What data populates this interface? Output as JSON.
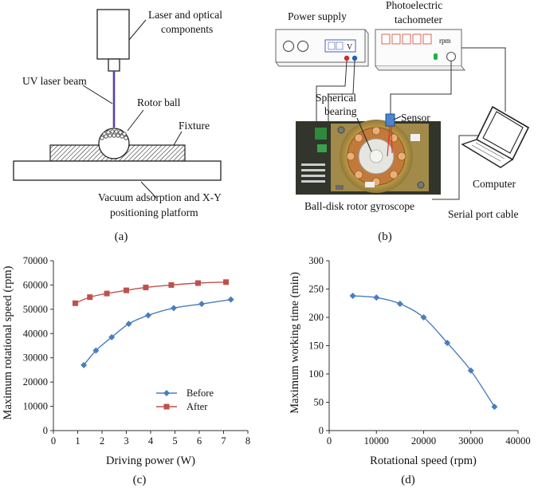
{
  "panel_a": {
    "laser_label_1": "Laser and optical",
    "laser_label_2": "components",
    "beam_label": "UV laser beam",
    "rotor_label": "Rotor ball",
    "fixture_label": "Fixture",
    "platform_label_1": "Vacuum adsorption and X-Y",
    "platform_label_2": "positioning platform",
    "caption": "(a)"
  },
  "panel_b": {
    "power_label": "Power supply",
    "power_unit": "V",
    "tacho_label_1": "Photoelectric",
    "tacho_label_2": "tachometer",
    "tacho_unit": "rpm",
    "bearing_label_1": "Spherical",
    "bearing_label_2": "bearing",
    "sensor_label": "Sensor",
    "computer_label": "Computer",
    "gyro_label": "Ball-disk rotor gyroscope",
    "cable_label": "Serial port cable",
    "caption": "(b)"
  },
  "chart_data": [
    {
      "type": "line",
      "caption": "(c)",
      "xlabel": "Driving power (W)",
      "ylabel": "Maximum rotational speed (rpm)",
      "xlim": [
        0,
        8
      ],
      "ylim": [
        0,
        70000
      ],
      "xticks": [
        0,
        1,
        2,
        3,
        4,
        5,
        6,
        7,
        8
      ],
      "yticks": [
        0,
        10000,
        20000,
        30000,
        40000,
        50000,
        60000,
        70000
      ],
      "legend_position": "bottom-right",
      "series": [
        {
          "name": "Before",
          "color": "#4a7ebb",
          "marker": "diamond",
          "x": [
            1.25,
            1.75,
            2.4,
            3.1,
            3.9,
            4.95,
            6.1,
            7.3
          ],
          "y": [
            27000,
            33000,
            38500,
            44000,
            47500,
            50500,
            52200,
            54000
          ]
        },
        {
          "name": "After",
          "color": "#c0504d",
          "marker": "square",
          "x": [
            0.9,
            1.5,
            2.2,
            3.0,
            3.8,
            4.85,
            5.95,
            7.1
          ],
          "y": [
            52500,
            55000,
            56500,
            57800,
            59000,
            60000,
            60800,
            61200
          ]
        }
      ]
    },
    {
      "type": "line",
      "caption": "(d)",
      "xlabel": "Rotational speed (rpm)",
      "ylabel": "Maximum working time (min)",
      "xlim": [
        0,
        40000
      ],
      "ylim": [
        0,
        300
      ],
      "xticks": [
        0,
        10000,
        20000,
        30000,
        40000
      ],
      "yticks": [
        0,
        50,
        100,
        150,
        200,
        250,
        300
      ],
      "series": [
        {
          "color": "#4a7ebb",
          "marker": "diamond",
          "x": [
            5000,
            10000,
            15000,
            20000,
            25000,
            30000,
            35000
          ],
          "y": [
            238,
            235,
            224,
            200,
            155,
            106,
            42
          ]
        }
      ]
    }
  ],
  "colors": {
    "beam": "#5b3fa6",
    "before": "#4a7ebb",
    "after": "#c0504d",
    "led_red": "#d12a2a",
    "led_blue": "#1f63b5",
    "led_green": "#1fb24a",
    "display_red": "#d85a4a"
  }
}
